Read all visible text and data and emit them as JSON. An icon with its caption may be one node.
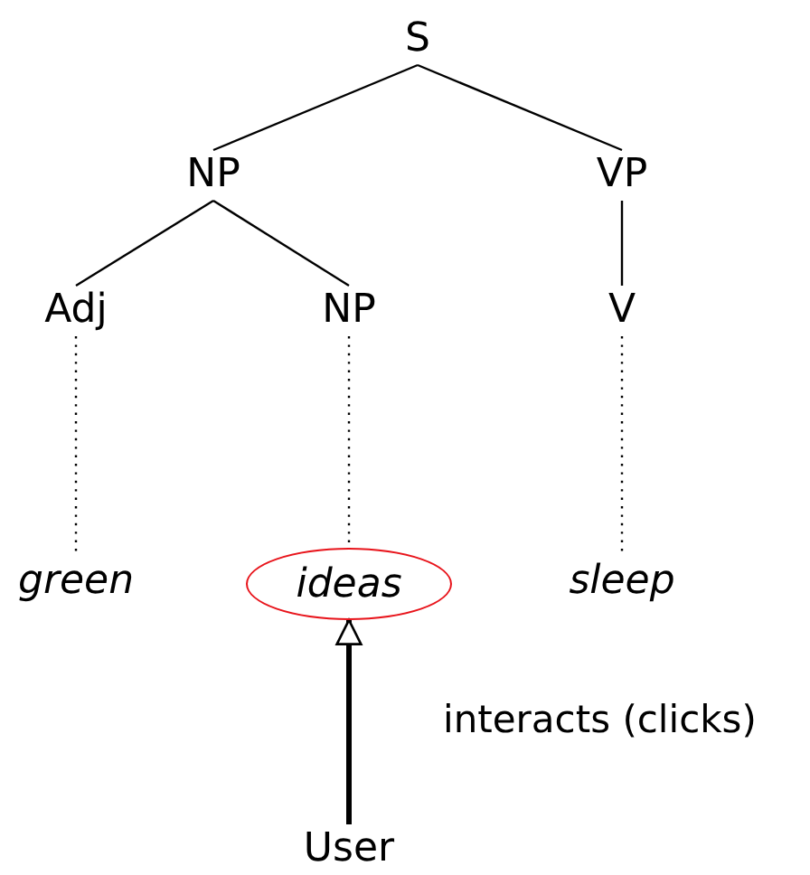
{
  "diagram": {
    "nodes": [
      {
        "text": [
          "S"
        ]
      },
      {
        "text": [
          "NP"
        ]
      },
      {
        "text": [
          "VP"
        ]
      },
      {
        "text": [
          "Adj"
        ]
      },
      {
        "text": [
          "NP"
        ]
      },
      {
        "text": [
          "V"
        ]
      },
      {
        "text": [
          "green"
        ]
      },
      {
        "text": [
          "ideas"
        ]
      },
      {
        "text": [
          "sleep"
        ]
      },
      {
        "text": [
          "User"
        ]
      }
    ],
    "edges": [
      {
        "from": 0,
        "to": 1,
        "arrow": "none"
      },
      {
        "from": 0,
        "to": 2,
        "arrow": "none"
      },
      {
        "from": 1,
        "to": 3,
        "arrow": "none"
      },
      {
        "from": 1,
        "to": 4,
        "arrow": "none"
      },
      {
        "from": 2,
        "to": 5,
        "arrow": "none"
      },
      {
        "from": 3,
        "to": 6,
        "arrow": "none",
        "style": "dashed"
      },
      {
        "from": 4,
        "to": 7,
        "arrow": "none",
        "style": "dashed"
      },
      {
        "from": 5,
        "to": 8,
        "arrow": "none",
        "style": "dashed"
      },
      {
        "from": 9,
        "to": 7,
        "arrow": "to",
        "style": "thick",
        "label": "interacts (clicks)"
      }
    ]
  }
}
